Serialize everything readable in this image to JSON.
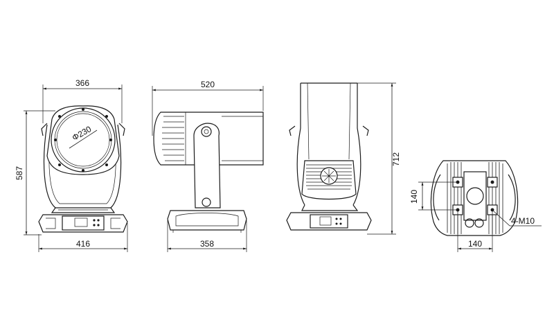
{
  "dimensions": {
    "front_width": "366",
    "lens_diameter": "Φ230",
    "total_height": "587",
    "base_width": "416",
    "side_length": "520",
    "side_base": "358",
    "rear_height": "712",
    "bottom_spacing_vertical": "140",
    "bottom_spacing_horizontal": "140",
    "mount_holes": "4-M10"
  },
  "colors": {
    "line": "#1a1a1a",
    "background": "#ffffff"
  }
}
